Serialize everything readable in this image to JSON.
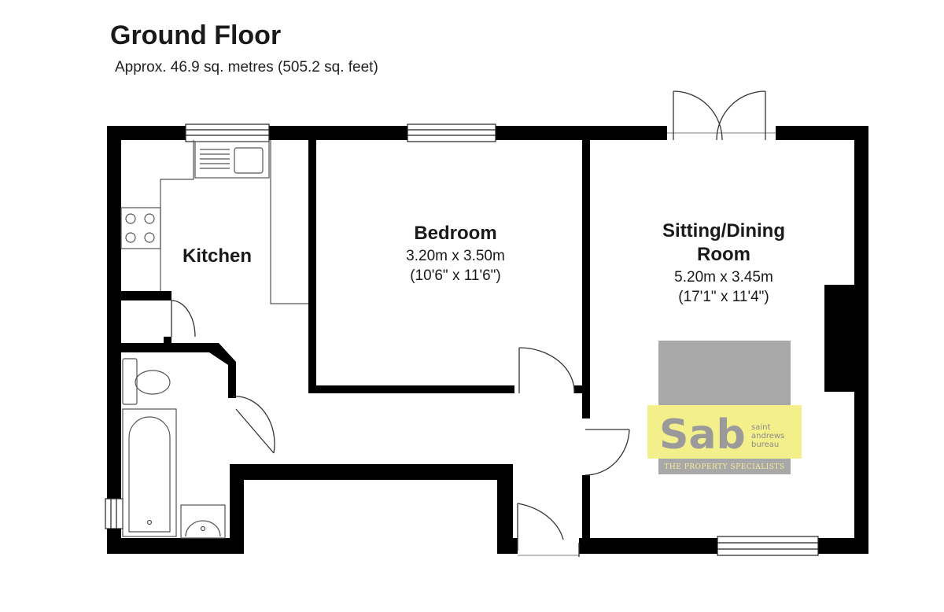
{
  "header": {
    "title": "Ground Floor",
    "subtitle": "Approx. 46.9 sq. metres (505.2 sq. feet)"
  },
  "rooms": {
    "kitchen": {
      "name": "Kitchen"
    },
    "bedroom": {
      "name": "Bedroom",
      "dims_metric": "3.20m x 3.50m",
      "dims_imperial": "(10'6\" x 11'6\")"
    },
    "sitting": {
      "name_line1": "Sitting/Dining",
      "name_line2": "Room",
      "dims_metric": "5.20m x 3.45m",
      "dims_imperial": "(17'1\" x 11'4\")"
    }
  },
  "logo": {
    "mark": "Sab",
    "line1": "saint",
    "line2": "andrews",
    "line3": "bureau",
    "strapline": "THE PROPERTY SPECIALISTS",
    "colors": {
      "yellow": "#f3ef8a",
      "grey": "#a8a8a8",
      "text": "#9a9a9a"
    }
  },
  "colors": {
    "wall": "#000000",
    "fixture_line": "#555555",
    "background": "#ffffff"
  }
}
